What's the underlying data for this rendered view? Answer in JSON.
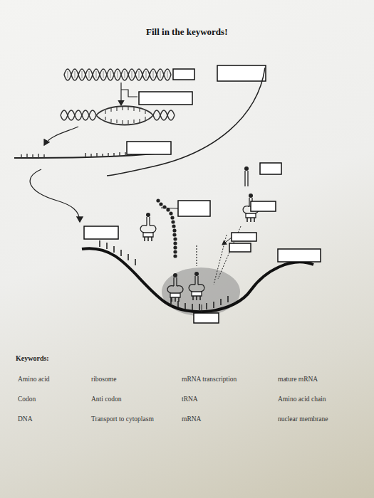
{
  "diagram": {
    "title": "Fill in the keywords!",
    "labels": [
      "Keywords:",
      "Amino acid",
      "ribosome",
      "mRNA transcription",
      "mature mRNA",
      "Codon",
      "Anti codon",
      "tRNA",
      "Amino acid chain",
      "DNA",
      "Transport to cytoplasm",
      "mRNA",
      "nuclear membrane"
    ]
  }
}
